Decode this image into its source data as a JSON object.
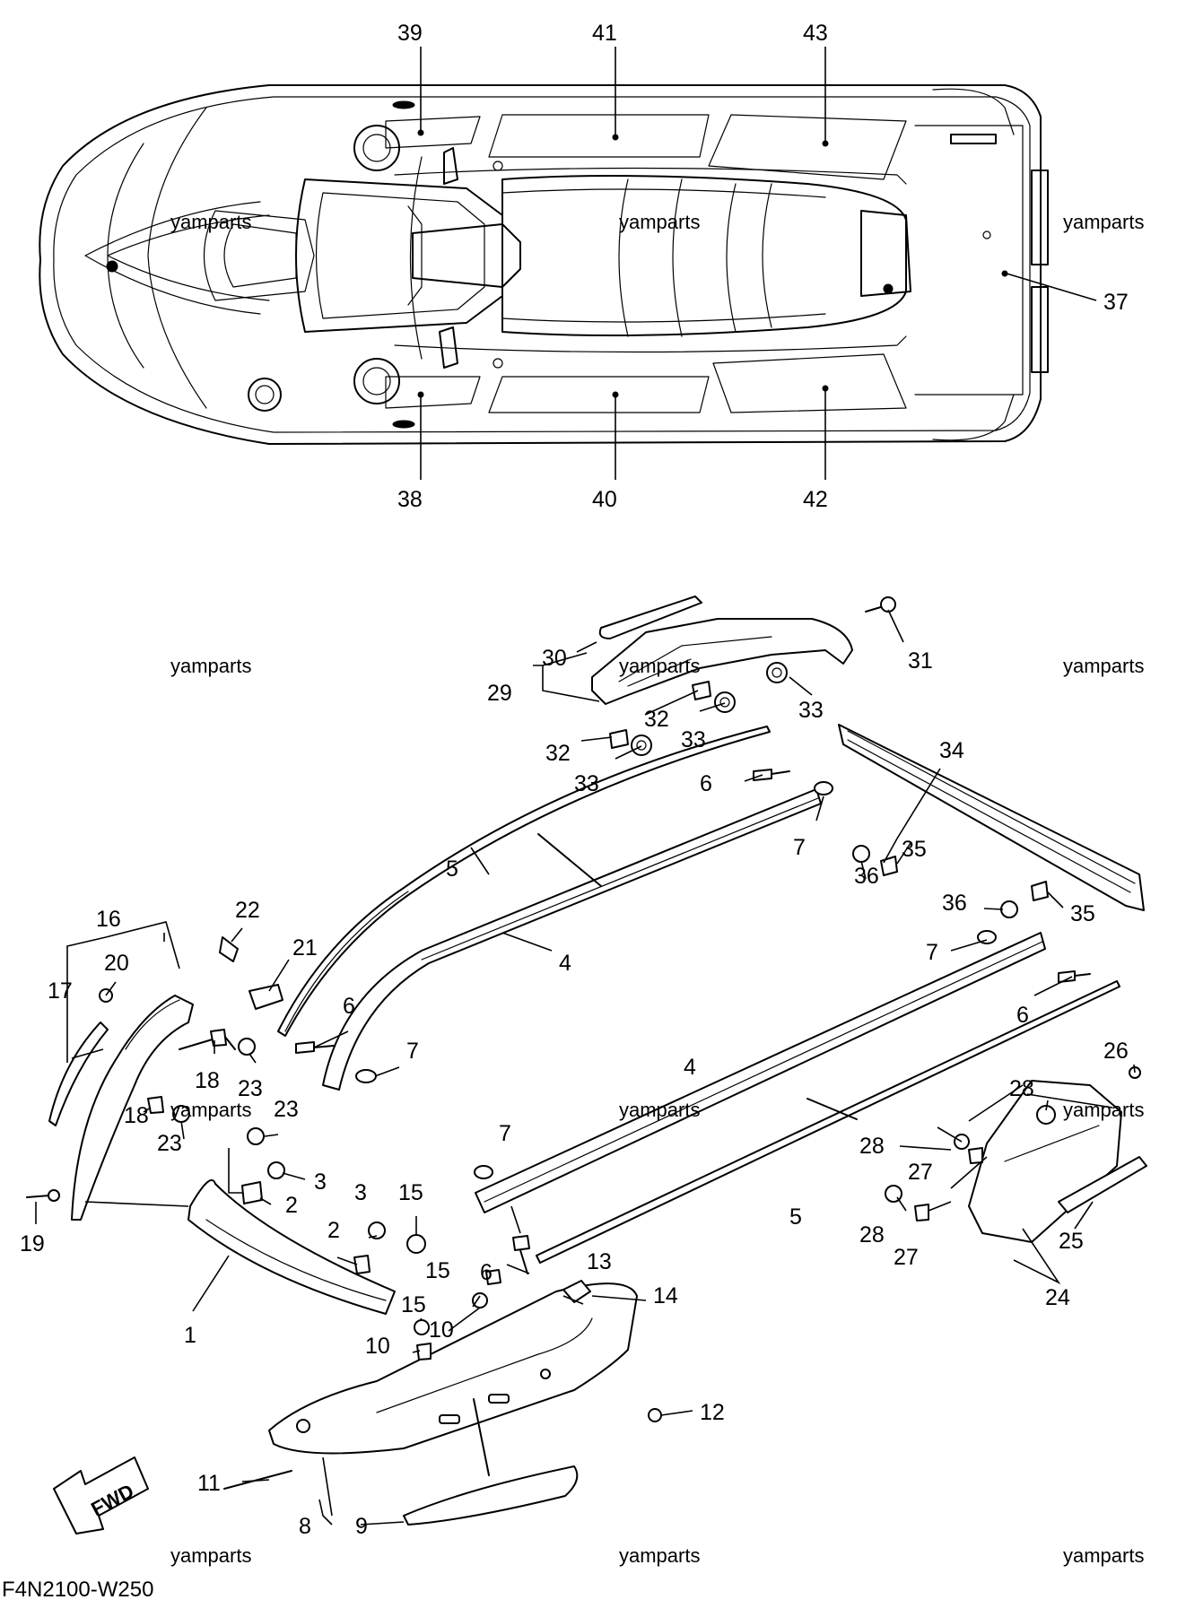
{
  "diagram_code": "F4N2100-W250",
  "watermark": "yamparts",
  "fwd_label": "FWD",
  "callouts": {
    "c1": "1",
    "c2a": "2",
    "c2b": "2",
    "c3a": "3",
    "c3b": "3",
    "c4a": "4",
    "c4b": "4",
    "c5a": "5",
    "c5b": "5",
    "c6a": "6",
    "c6b": "6",
    "c6c": "6",
    "c6d": "6",
    "c7a": "7",
    "c7b": "7",
    "c7c": "7",
    "c7d": "7",
    "c8": "8",
    "c9": "9",
    "c10a": "10",
    "c10b": "10",
    "c11": "11",
    "c12": "12",
    "c13": "13",
    "c14": "14",
    "c15a": "15",
    "c15b": "15",
    "c15c": "15",
    "c16": "16",
    "c17": "17",
    "c18a": "18",
    "c18b": "18",
    "c19": "19",
    "c20": "20",
    "c21": "21",
    "c22": "22",
    "c23a": "23",
    "c23b": "23",
    "c23c": "23",
    "c24": "24",
    "c25": "25",
    "c26": "26",
    "c27a": "27",
    "c27b": "27",
    "c28a": "28",
    "c28b": "28",
    "c28c": "28",
    "c29": "29",
    "c30": "30",
    "c31": "31",
    "c32a": "32",
    "c32b": "32",
    "c33a": "33",
    "c33b": "33",
    "c33c": "33",
    "c34": "34",
    "c35a": "35",
    "c35b": "35",
    "c36a": "36",
    "c36b": "36",
    "c37": "37",
    "c38": "38",
    "c39": "39",
    "c40": "40",
    "c41": "41",
    "c42": "42",
    "c43": "43"
  }
}
